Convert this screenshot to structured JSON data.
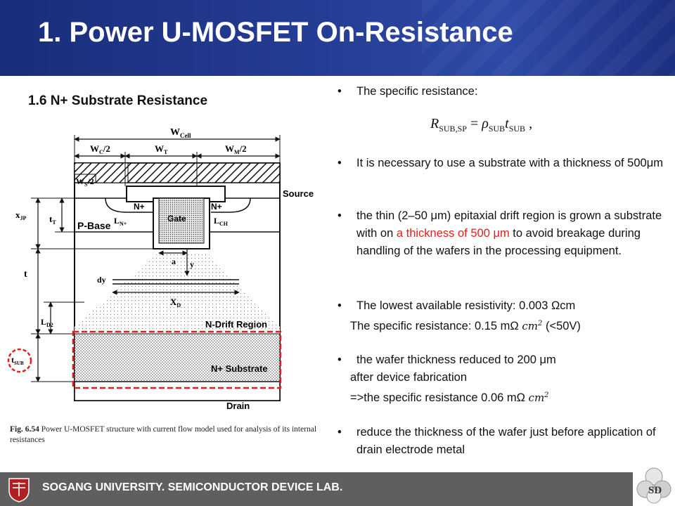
{
  "slide": {
    "title": "1. Power U-MOSFET On-Resistance",
    "subtitle": "1.6 N+ Substrate Resistance"
  },
  "figure": {
    "labels": {
      "w_cell": "W",
      "w_cell_sub": "Cell",
      "wc2": "W",
      "wc2_sub": "C",
      "wc2_tail": "/2",
      "wt": "W",
      "wt_sub": "T",
      "wm2": "W",
      "wm2_sub": "M",
      "wm2_tail": "/2",
      "ws2": "W",
      "ws2_sub": "S",
      "ws2_tail": "/2",
      "source": "Source",
      "nplus_left": "N+",
      "nplus_right": "N+",
      "gate": "Gate",
      "pbase": "P-Base",
      "xjp": "x",
      "xjp_sub": "JP",
      "tt": "t",
      "tt_sub": "T",
      "ln": "L",
      "ln_sub": "N+",
      "lch": "L",
      "lch_sub": "CH",
      "a": "a",
      "y": "y",
      "t": "t",
      "dy": "dy",
      "xd": "X",
      "xd_sub": "D",
      "ld2": "L",
      "ld2_sub": "D2",
      "ndrift": "N-Drift Region",
      "tsub": "t",
      "tsub_sub": "SUB",
      "nsub": "N+ Substrate",
      "drain": "Drain"
    },
    "caption_bold": "Fig. 6.54",
    "caption_text": " Power U-MOSFET structure with current flow model used for analysis of its internal resistances"
  },
  "bullets": {
    "b1": "The specific resistance:",
    "eq_r": "R",
    "eq_r_sub": "SUB,SP",
    "eq_eq": " = ",
    "eq_rho": "ρ",
    "eq_rho_sub": "SUB",
    "eq_t": "t",
    "eq_t_sub": "SUB",
    "eq_tail": " ,",
    "b2": "It is necessary to use a substrate with a thickness of 500μm",
    "b3_a": "the thin (2–50 μm) epitaxial drift region is grown a substrate with on ",
    "b3_red": "a thickness of 500 μm",
    "b3_b": " to avoid breakage during handling of the wafers in the processing equipment.",
    "b4": "The lowest available resistivity: 0.003 Ωcm",
    "b4_line2_a": "The specific resistance: 0.15 mΩ ",
    "b4_unit": "cm",
    "b4_unit_exp": "2",
    "b4_line2_b": " (<50V)",
    "b5": "the wafer thickness reduced to 200 μm",
    "b5_line2": "after device fabrication",
    "b5_line3_a": "=>the specific resistance 0.06 mΩ ",
    "b5_unit": "cm",
    "b5_unit_exp": "2",
    "b6": "reduce the thickness of the wafer just before application of drain electrode metal",
    "bullet_char": "•"
  },
  "footer": {
    "text": "SOGANG UNIVERSITY. SEMICONDUCTOR DEVICE LAB.",
    "logo_right_text": "SD"
  },
  "colors": {
    "header": "#243c93",
    "footer": "#5f5f5f",
    "highlight_red": "#e0201c"
  }
}
